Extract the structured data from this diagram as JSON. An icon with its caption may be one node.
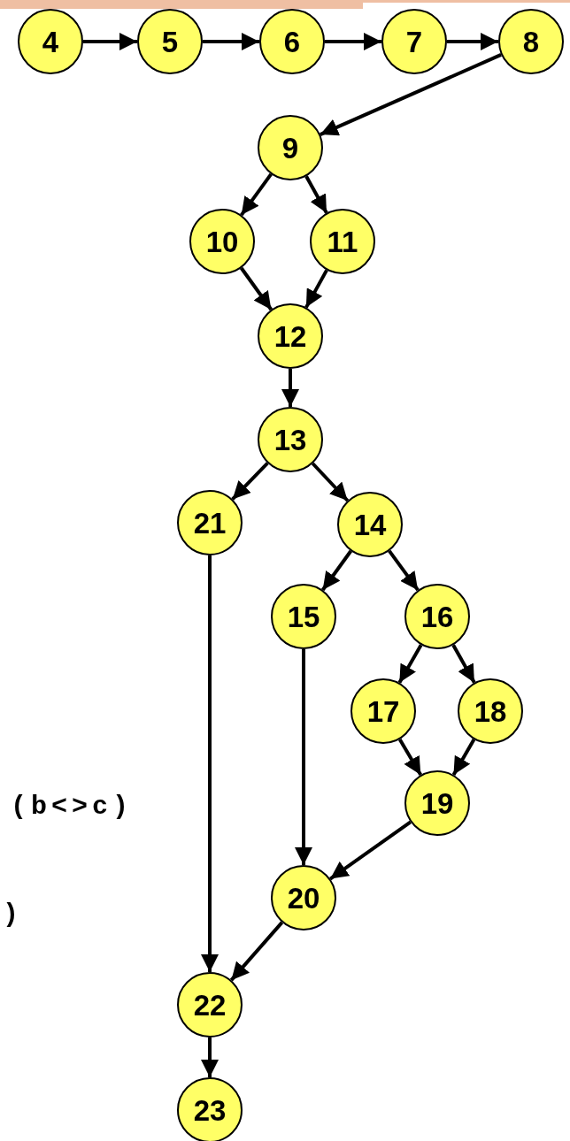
{
  "diagram": {
    "nodes": [
      {
        "text": [
          "4"
        ]
      },
      {
        "text": [
          "5"
        ]
      },
      {
        "text": [
          "6"
        ]
      },
      {
        "text": [
          "7"
        ]
      },
      {
        "text": [
          "8"
        ]
      },
      {
        "text": [
          "9"
        ]
      },
      {
        "text": [
          "10"
        ]
      },
      {
        "text": [
          "11"
        ]
      },
      {
        "text": [
          "12"
        ]
      },
      {
        "text": [
          "13"
        ]
      },
      {
        "text": [
          "21"
        ]
      },
      {
        "text": [
          "14"
        ]
      },
      {
        "text": [
          "15"
        ]
      },
      {
        "text": [
          "16"
        ]
      },
      {
        "text": [
          "17"
        ]
      },
      {
        "text": [
          "18"
        ]
      },
      {
        "text": [
          "19"
        ]
      },
      {
        "text": [
          "20"
        ]
      },
      {
        "text": [
          "22"
        ]
      },
      {
        "text": [
          "23"
        ]
      }
    ],
    "edges": [
      {
        "from": 0,
        "to": 1,
        "arrow": "to"
      },
      {
        "from": 1,
        "to": 2,
        "arrow": "to"
      },
      {
        "from": 2,
        "to": 3,
        "arrow": "to"
      },
      {
        "from": 3,
        "to": 4,
        "arrow": "to"
      },
      {
        "from": 4,
        "to": 5,
        "arrow": "to"
      },
      {
        "from": 5,
        "to": 6,
        "arrow": "to"
      },
      {
        "from": 5,
        "to": 7,
        "arrow": "to"
      },
      {
        "from": 6,
        "to": 8,
        "arrow": "to"
      },
      {
        "from": 7,
        "to": 8,
        "arrow": "to"
      },
      {
        "from": 8,
        "to": 9,
        "arrow": "to"
      },
      {
        "from": 9,
        "to": 10,
        "arrow": "to"
      },
      {
        "from": 9,
        "to": 11,
        "arrow": "to"
      },
      {
        "from": 11,
        "to": 12,
        "arrow": "to"
      },
      {
        "from": 11,
        "to": 13,
        "arrow": "to"
      },
      {
        "from": 13,
        "to": 14,
        "arrow": "to"
      },
      {
        "from": 13,
        "to": 15,
        "arrow": "to"
      },
      {
        "from": 14,
        "to": 16,
        "arrow": "to"
      },
      {
        "from": 15,
        "to": 16,
        "arrow": "to"
      },
      {
        "from": 16,
        "to": 17,
        "arrow": "to"
      },
      {
        "from": 12,
        "to": 17,
        "arrow": "to"
      },
      {
        "from": 10,
        "to": 18,
        "arrow": "to"
      },
      {
        "from": 17,
        "to": 18,
        "arrow": "to"
      },
      {
        "from": 18,
        "to": 19,
        "arrow": "to"
      }
    ],
    "labels": [
      "(b<>c)",
      ")"
    ]
  }
}
